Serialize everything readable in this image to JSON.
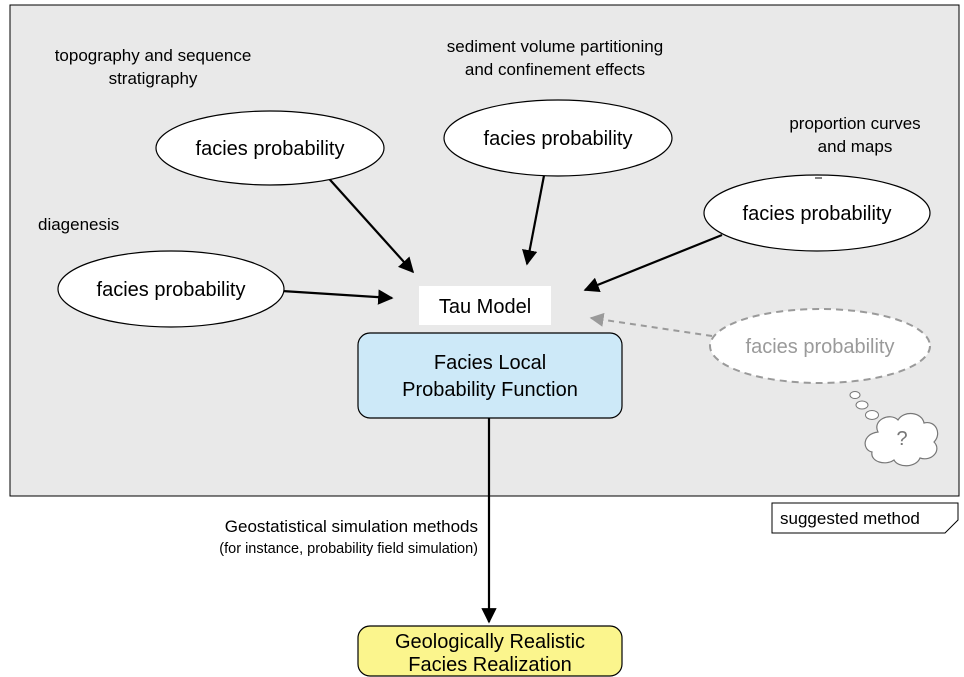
{
  "labels": {
    "topography": [
      "topography and sequence",
      "stratigraphy"
    ],
    "sediment": [
      "sediment volume partitioning",
      "and confinement effects"
    ],
    "proportion": [
      "proportion curves",
      "and maps"
    ],
    "diagenesis": "diagenesis",
    "geostat_title": "Geostatistical simulation methods",
    "geostat_sub": "(for instance, probability field simulation)",
    "suggested": "suggested method"
  },
  "ellipses": {
    "e1": "facies probability",
    "e2": "facies probability",
    "e3": "facies probability",
    "e4": "facies probability",
    "e5": "facies probability"
  },
  "unknown_mark": "?",
  "tau_model": "Tau Model",
  "local_prob": [
    "Facies Local",
    "Probability Function"
  ],
  "realization": [
    "Geologically Realistic",
    "Facies Realization"
  ],
  "colors": {
    "panel_bg": "#e9e9e9",
    "local_prob_fill": "#cde9f8",
    "realization_fill": "#fbf58d",
    "dashed_grey": "#9a9a9a"
  }
}
